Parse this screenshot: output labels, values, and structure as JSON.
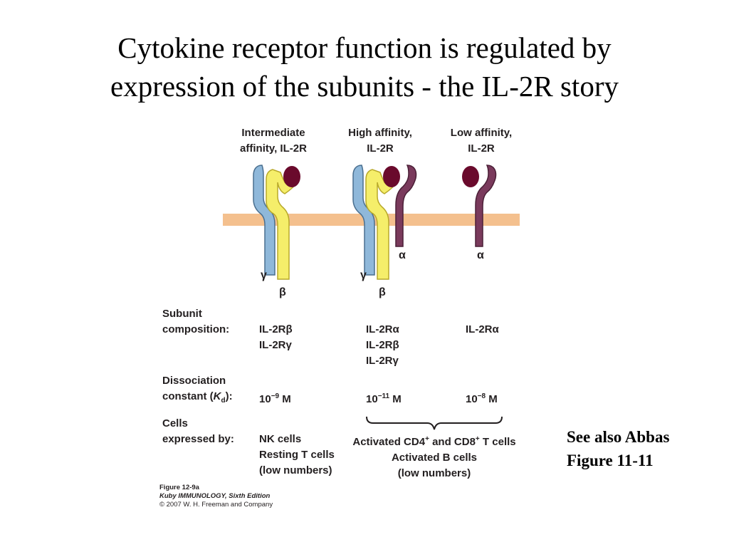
{
  "slide": {
    "title_line1": "Cytokine receptor function is regulated by",
    "title_line2": "expression of the subunits - the IL-2R story",
    "note_line1": "See also Abbas",
    "note_line2": "Figure 11-11"
  },
  "colors": {
    "membrane": "#f4c08e",
    "gamma_chain": "#8fb8da",
    "beta_chain": "#f5ee6a",
    "alpha_chain": "#7a3a5c",
    "il2_ligand": "#6a0a2c"
  },
  "receptors": [
    {
      "label_line1": "Intermediate",
      "label_line2": "affinity, IL-2R",
      "chains": [
        "gamma",
        "beta"
      ]
    },
    {
      "label_line1": "High affinity,",
      "label_line2": "IL-2R",
      "chains": [
        "gamma",
        "beta",
        "alpha"
      ]
    },
    {
      "label_line1": "Low affinity,",
      "label_line2": "IL-2R",
      "chains": [
        "alpha"
      ]
    }
  ],
  "greek": {
    "gamma": "γ",
    "beta": "β",
    "alpha": "α"
  },
  "table": {
    "subunit_label_line1": "Subunit",
    "subunit_label_line2": "composition:",
    "dissoc_label_line1": "Dissociation",
    "dissoc_label_prefix": "constant (",
    "dissoc_label_k": "K",
    "dissoc_label_sub": "d",
    "dissoc_label_suffix": "):",
    "cells_label_line1": "Cells",
    "cells_label_line2": "expressed by:",
    "col1_subunits": [
      "IL-2Rβ",
      "IL-2Rγ"
    ],
    "col2_subunits": [
      "IL-2Rα",
      "IL-2Rβ",
      "IL-2Rγ"
    ],
    "col3_subunits": [
      "IL-2Rα"
    ],
    "col1_kd_base": "10",
    "col1_kd_exp": "−9",
    "col1_kd_unit": " M",
    "col2_kd_base": "10",
    "col2_kd_exp": "−11",
    "col2_kd_unit": " M",
    "col3_kd_base": "10",
    "col3_kd_exp": "−8",
    "col3_kd_unit": " M",
    "col1_cells": [
      "NK cells",
      "Resting T cells",
      "(low numbers)"
    ],
    "col23_cells_line1_a": "Activated CD4",
    "col23_cells_line1_sup1": "+",
    "col23_cells_line1_b": " and CD8",
    "col23_cells_line1_sup2": "+",
    "col23_cells_line1_c": " T cells",
    "col23_cells_line2": "Activated B cells",
    "col23_cells_line3": "(low numbers)"
  },
  "caption": {
    "figure": "Figure 12-9a",
    "book": "Kuby IMMUNOLOGY, Sixth Edition",
    "copyright": "© 2007 W. H. Freeman and Company"
  }
}
